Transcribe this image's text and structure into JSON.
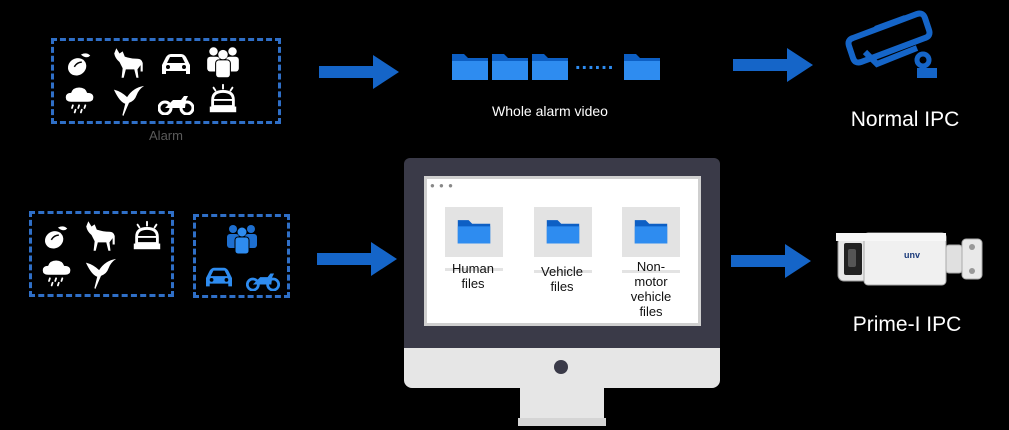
{
  "colors": {
    "accent_blue": "#1565c8",
    "dash_blue": "#2f6fc7",
    "monitor_gray": "#e6e6e6",
    "monitor_dark": "#3a3a48"
  },
  "top_row": {
    "events_caption": "Alarm",
    "video_caption": "Whole alarm video",
    "ipc_label": "Normal IPC",
    "event_icons": [
      "lemon-icon",
      "dog-icon",
      "car-icon",
      "people-icon",
      "rain-cloud-icon",
      "bird-icon",
      "motorcycle-icon",
      "alarm-light-icon"
    ],
    "dots": "......"
  },
  "bottom_row": {
    "ipc_label": "Prime-I IPC",
    "camera_brand": "unv",
    "event_icons": [
      "lemon-icon",
      "dog-icon",
      "alarm-light-icon",
      "rain-cloud-icon",
      "bird-icon"
    ],
    "target_icons": [
      "people-icon",
      "car-icon",
      "motorcycle-icon"
    ],
    "files": [
      {
        "label": "Human\nfiles"
      },
      {
        "label": "Vehicle\nfiles"
      },
      {
        "label": "Non-\nmotor\nvehicle\nfiles"
      }
    ]
  }
}
